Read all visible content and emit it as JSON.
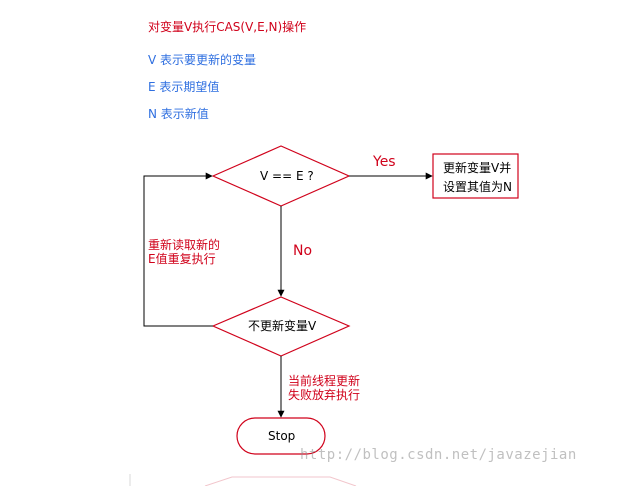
{
  "header": {
    "title": "对变量V执行CAS(V,E,N)操作",
    "legend": [
      "V 表示要更新的变量",
      "E 表示期望值",
      "N 表示新值"
    ]
  },
  "nodes": {
    "decision1": "V == E ?",
    "update_box_line1": "更新变量V并",
    "update_box_line2": "设置其值为N",
    "decision2": "不更新变量V",
    "stop": "Stop"
  },
  "edges": {
    "yes": "Yes",
    "no": "No",
    "retry": "重新读取新的\nE值重复执行",
    "fail": "当前线程更新\n失败放弃执行"
  },
  "watermark": "http://blog.csdn.net/javazejian",
  "colors": {
    "red": "#d0021b",
    "blue": "#2f6fe0",
    "line": "#000000"
  }
}
